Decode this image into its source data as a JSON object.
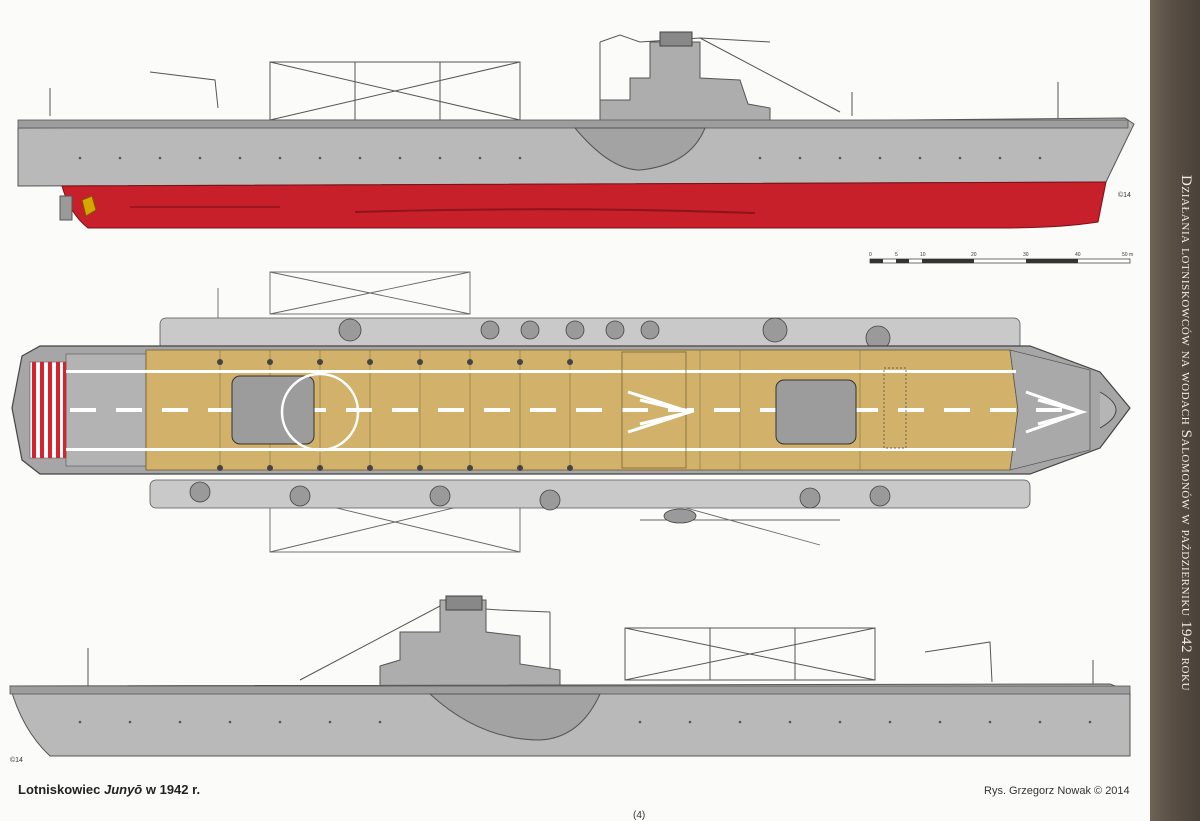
{
  "caption": {
    "prefix": "Lotniskowiec ",
    "ship_name": "Junyō",
    "suffix": " w 1942 r."
  },
  "credit": "Rys. Grzegorz Nowak © 2014",
  "sidebar_title": "Działania lotniskowców na wodach Salomonów w październiku 1942 roku",
  "scale_bar": {
    "ticks": [
      "0",
      "5",
      "10",
      "20",
      "30",
      "40",
      "50 m"
    ]
  },
  "copyright_marks": [
    "©14",
    "©14"
  ],
  "page_fragment": "(4)",
  "colors": {
    "hull_grey": "#b9b9b9",
    "antifouling_red": "#c8202a",
    "flight_deck_wood": "#d2b26a",
    "deck_grey": "#a9a9a9",
    "deck_stripe": "#ffffff",
    "stern_red_stripe": "#d8232f"
  }
}
